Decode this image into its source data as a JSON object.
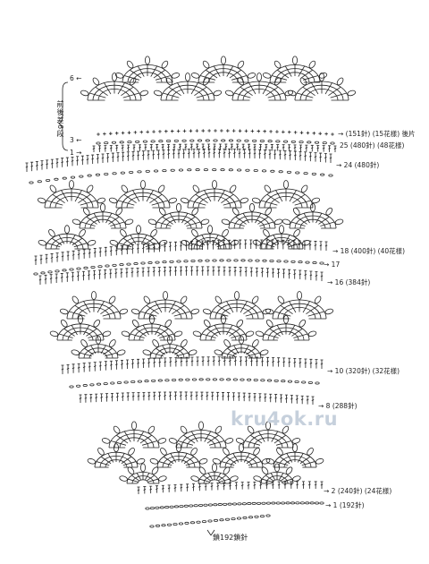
{
  "diagram": {
    "side_labels": [
      {
        "id": "r6",
        "text": "6 ←"
      },
      {
        "id": "r3",
        "text": "3 ←"
      },
      {
        "id": "r1top",
        "text": "1 →"
      }
    ],
    "side_note": "前後差6段",
    "right_labels": [
      {
        "id": "l151",
        "text": "→ (151針) (15花樣) 後片"
      },
      {
        "id": "l25",
        "text": "25 (480針) (48花樣)"
      },
      {
        "id": "l24",
        "text": "→ 24 (480針)"
      },
      {
        "id": "l18",
        "text": "→ 18 (400針) (40花樣)"
      },
      {
        "id": "l17",
        "text": "→ 17"
      },
      {
        "id": "l16",
        "text": "→ 16 (384針)"
      },
      {
        "id": "l10",
        "text": "→ 10 (320針) (32花樣)"
      },
      {
        "id": "l8",
        "text": "→ 8 (288針)"
      },
      {
        "id": "l2",
        "text": "→ 2 (240針) (24花樣)"
      },
      {
        "id": "l1",
        "text": "→ 1 (192針)"
      }
    ],
    "bottom_label": "鎖192鎖針",
    "watermark": "kru4ok.ru"
  },
  "colors": {
    "ink": "#222222",
    "watermark": "#c6d0dc",
    "background": "#ffffff"
  }
}
